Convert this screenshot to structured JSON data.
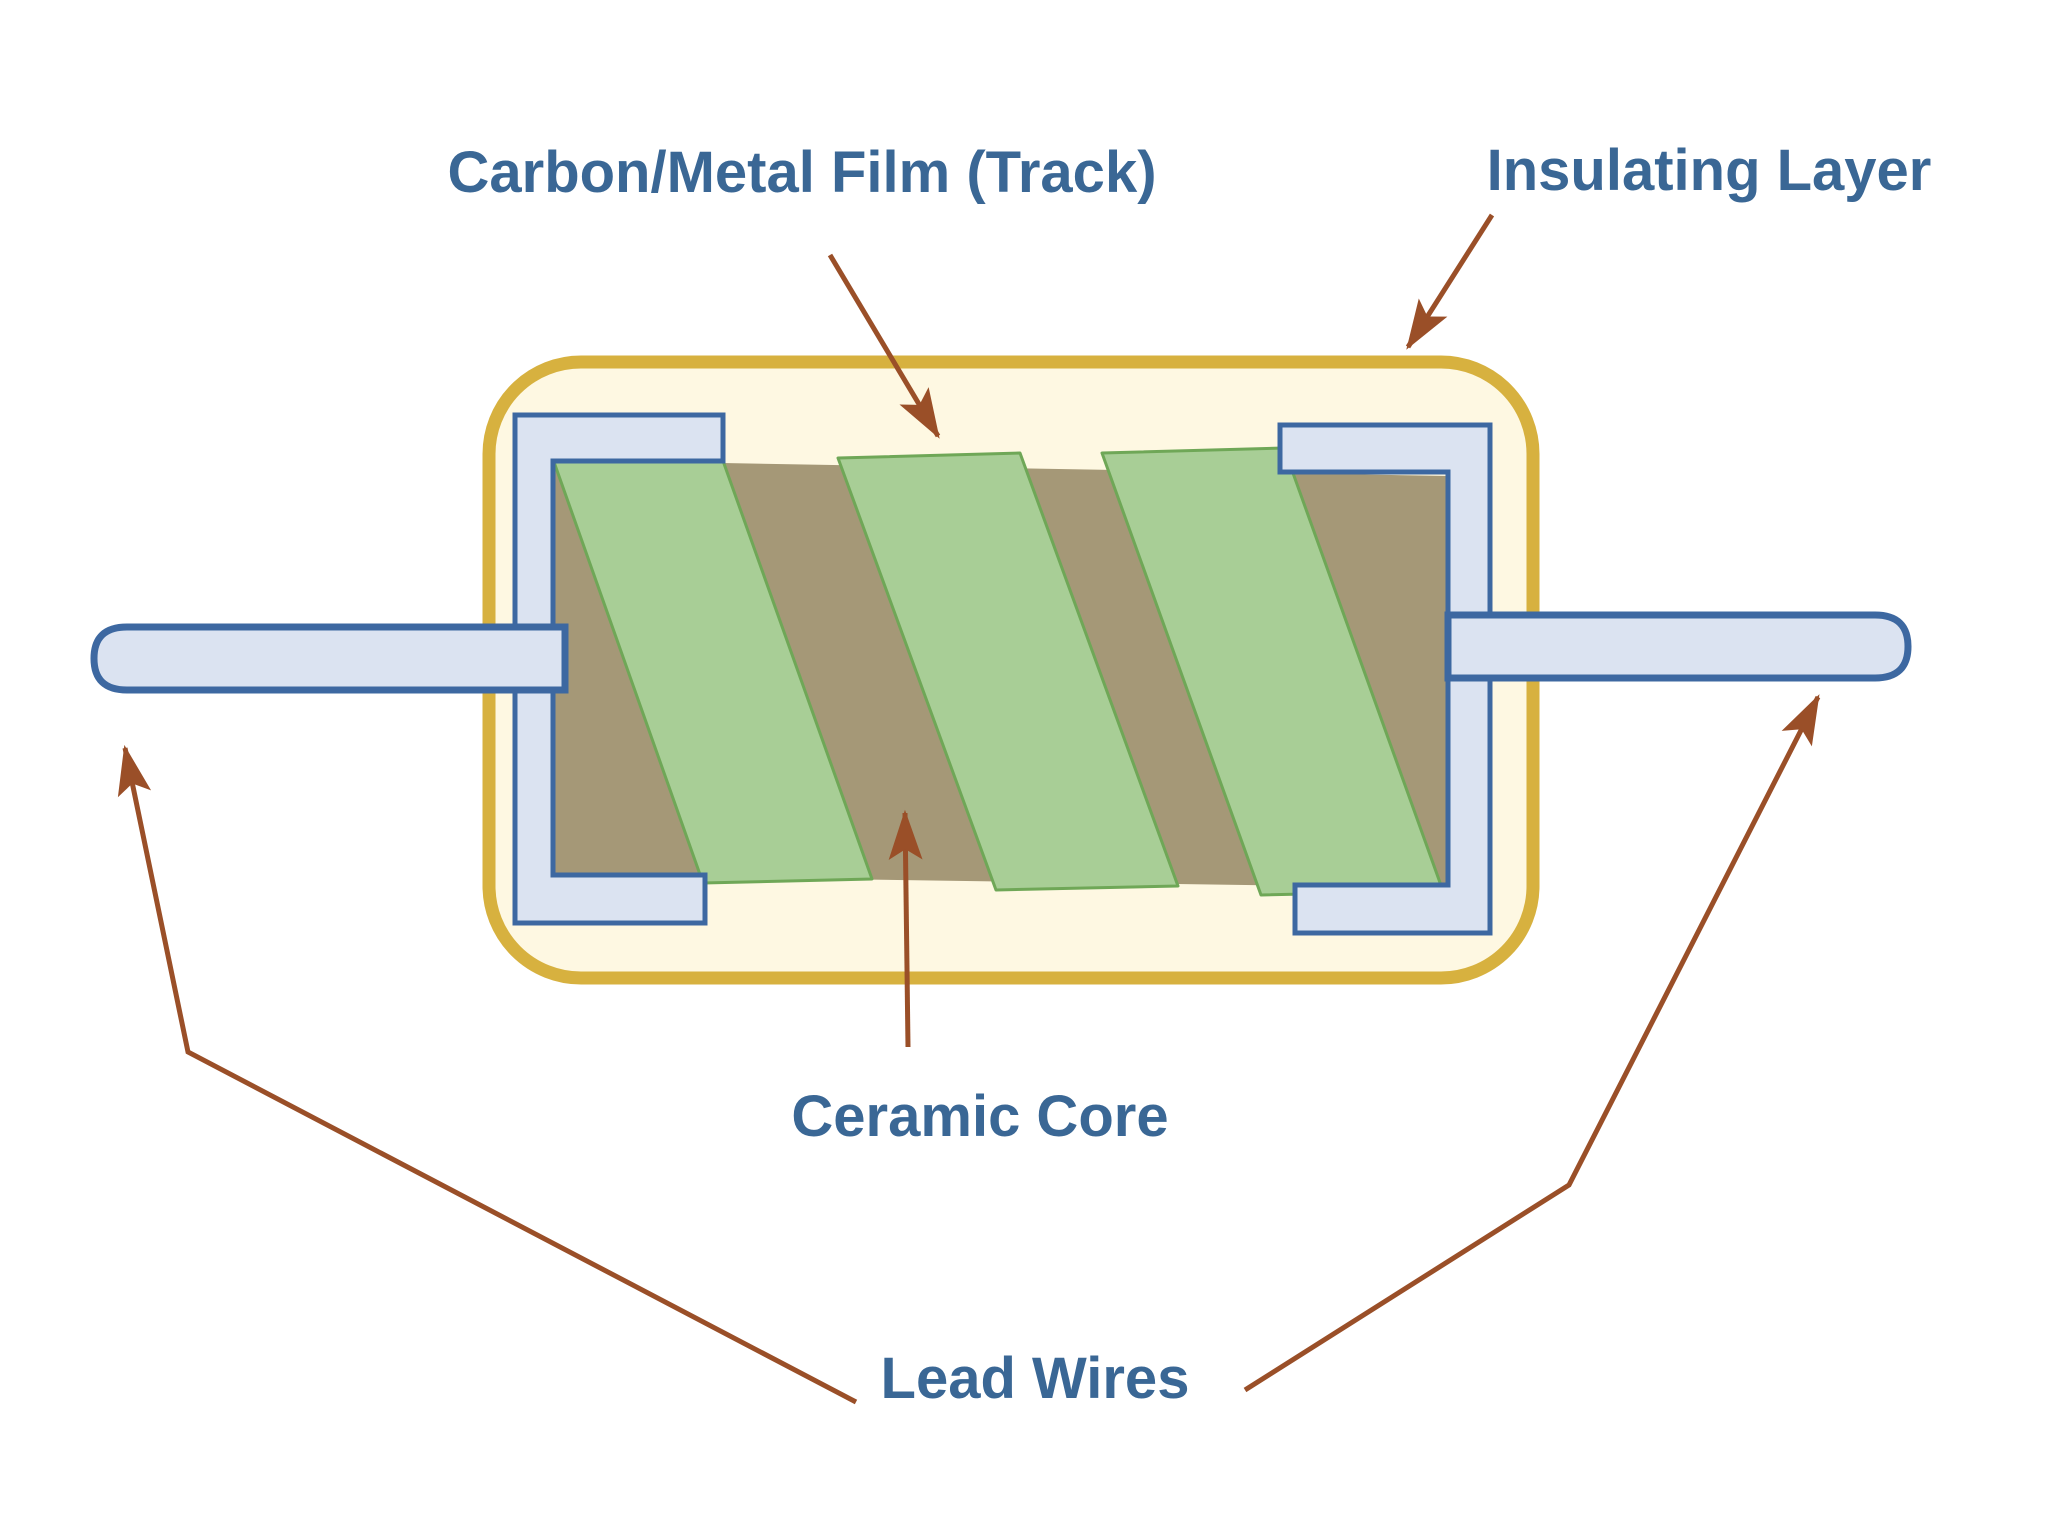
{
  "diagram": {
    "type": "labeled-illustration",
    "subject": "film-resistor-construction",
    "labels": {
      "carbon_film": {
        "text": "Carbon/Metal Film (Track)"
      },
      "insulating_layer": {
        "text": "Insulating Layer"
      },
      "ceramic_core": {
        "text": "Ceramic Core"
      },
      "lead_wires": {
        "text": "Lead Wires"
      }
    },
    "colors": {
      "label_text": "#3A6795",
      "leader_arrow": "#9A4F28",
      "insulation_fill": "#FEF8E2",
      "insulation_border": "#D7B13F",
      "ceramic_core_fill": "#A59877",
      "film_track_fill": "#A8CE96",
      "film_track_border": "#6FA757",
      "metal_parts_fill": "#DBE3F1",
      "metal_parts_border": "#3D68A1"
    }
  }
}
